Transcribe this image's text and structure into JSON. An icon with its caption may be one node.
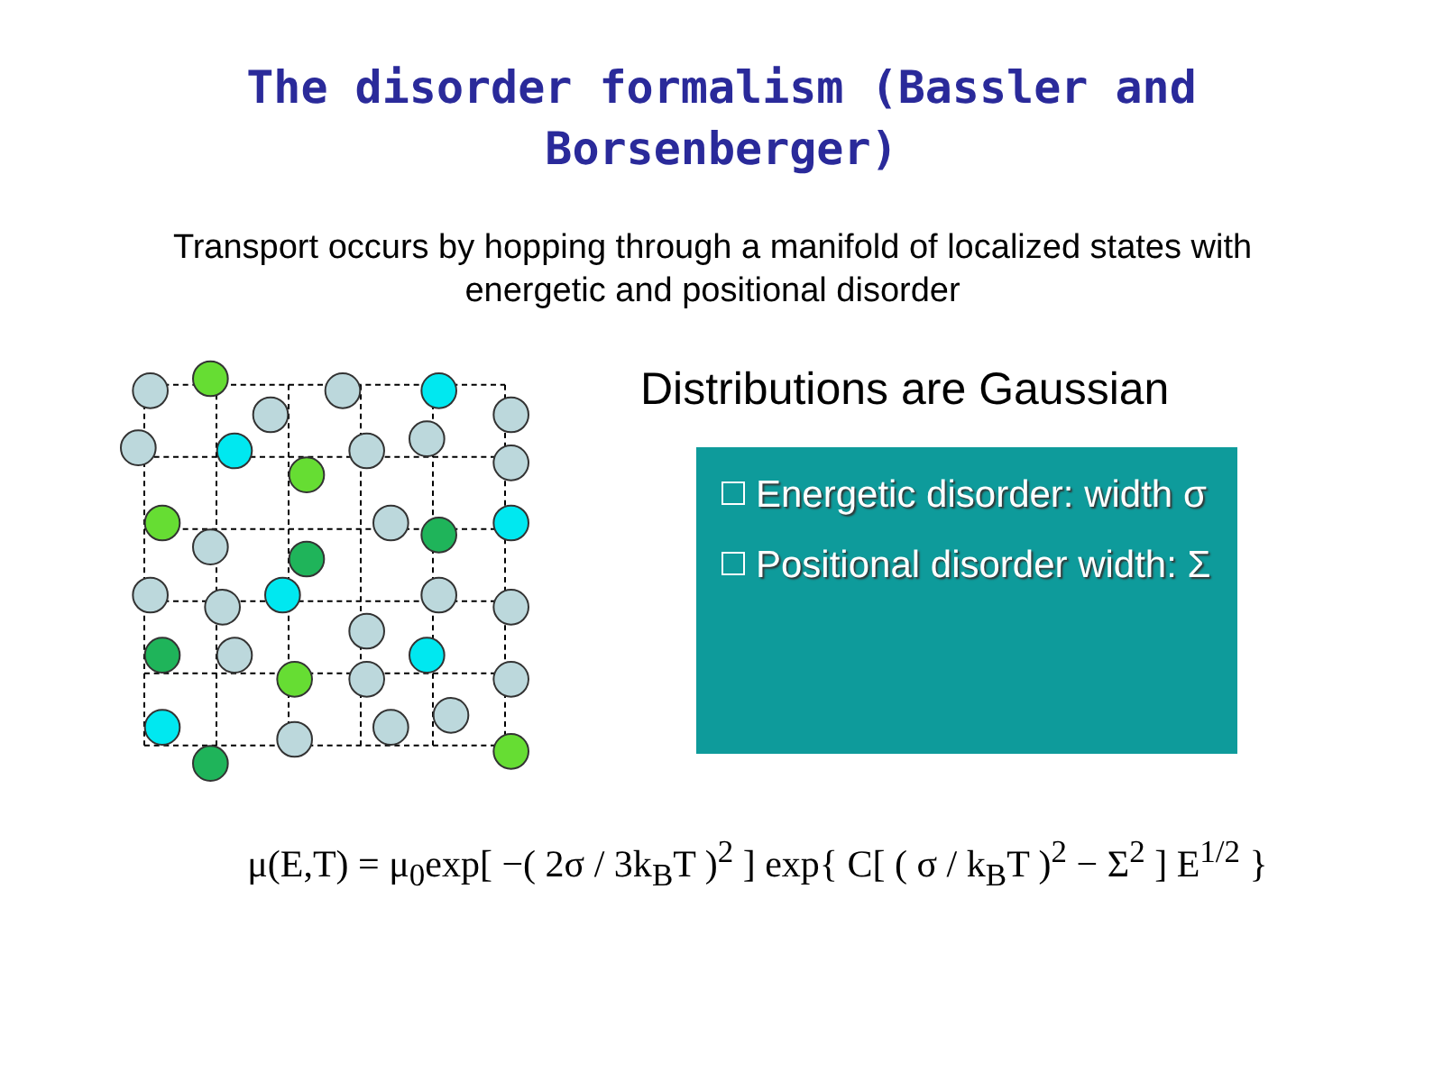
{
  "diagram": {
    "title": "The disorder formalism (Bassler and Borsenberger)",
    "nodes": [
      {
        "text": [
          "Energetic disorder: width σ",
          "Positional disorder width: Σ"
        ]
      }
    ],
    "edges": [],
    "labels": [
      "Transport occurs by hopping through a manifold of localized states with energetic and positional disorder",
      "Distributions are Gaussian",
      "μ(E,T) = μ$_{0}$exp[ −( 2σ / 3k$_{B}$T )$^{2}$ ] exp{ C[ ( σ / k$_{B}$T )$^{2}$ − Σ$^{2}$ ] E$^{1/2}$ }"
    ]
  }
}
